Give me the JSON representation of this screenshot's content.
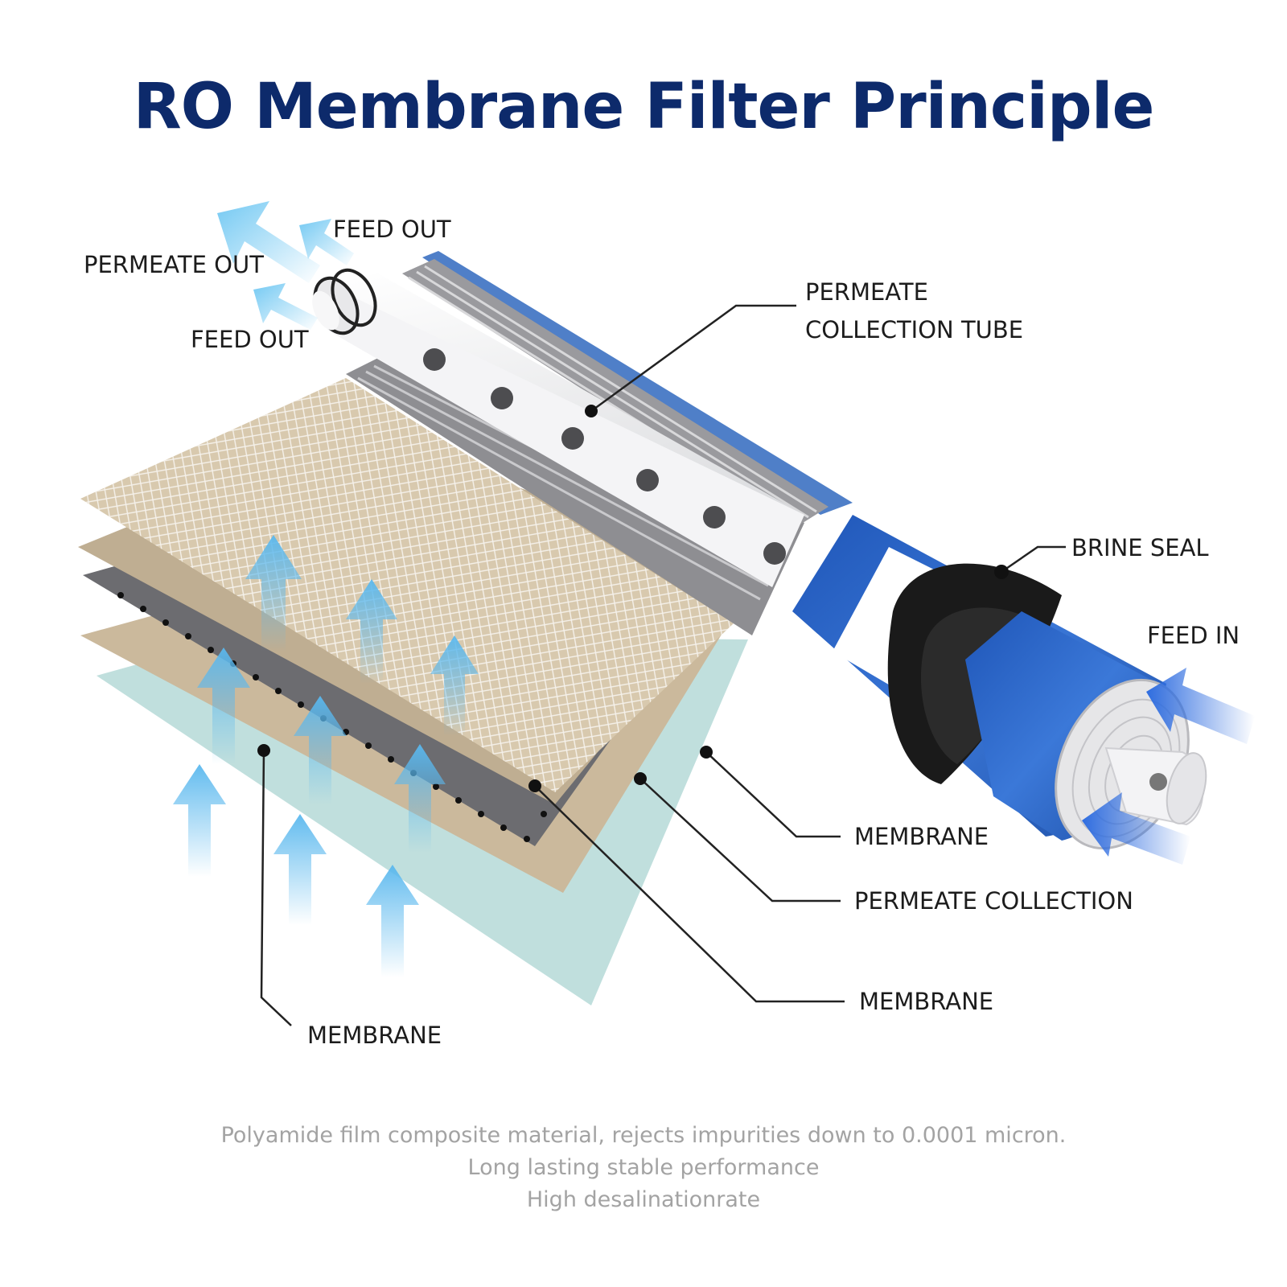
{
  "title": "RO Membrane Filter Principle",
  "labels": {
    "feed_out_top": "FEED OUT",
    "permeate_out": "PERMEATE OUT",
    "feed_out_bottom": "FEED OUT",
    "permeate_tube_line1": "PERMEATE",
    "permeate_tube_line2": "COLLECTION TUBE",
    "brine_seal": "BRINE SEAL",
    "feed_in": "FEED IN",
    "membrane_1": "MEMBRANE",
    "permeate_collection": "PERMEATE COLLECTION",
    "membrane_2": "MEMBRANE",
    "membrane_3": "MEMBRANE"
  },
  "caption": [
    "Polyamide film composite material, rejects impurities down to 0.0001 micron.",
    "Long lasting stable performance",
    "High desalinationrate"
  ],
  "colors": {
    "title": "#0d2a6b",
    "housing_blue": "#2b63c4",
    "seal_black": "#1a1a1a",
    "arrow_blue": "#5ab8ee",
    "membrane_tan": "#cfc0a8",
    "spacer_gray": "#6e6e72",
    "base_teal": "#b9dcd9",
    "caption_gray": "#a3a3a3"
  }
}
